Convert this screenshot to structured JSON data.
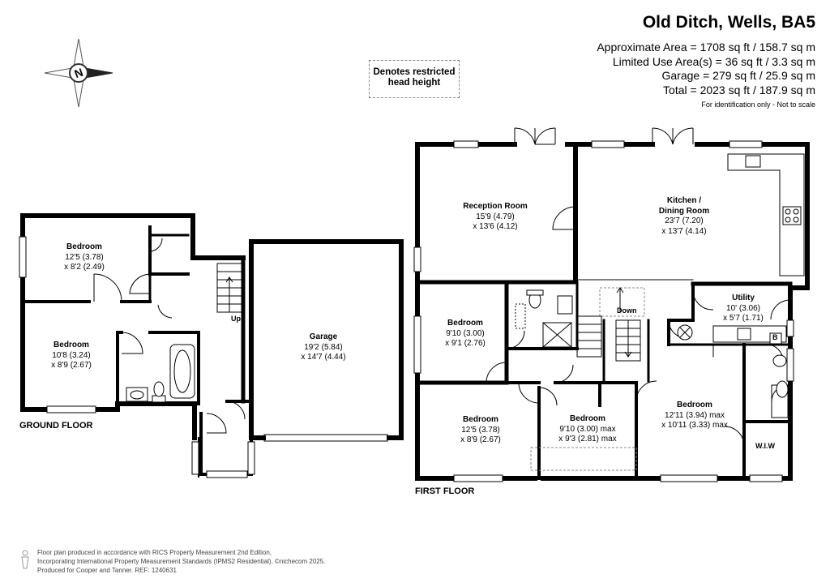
{
  "header": {
    "title": "Old Ditch, Wells, BA5",
    "areas": [
      "Approximate Area = 1708 sq ft / 158.7 sq m",
      "Limited Use Area(s) = 36 sq ft / 3.3 sq m",
      "Garage = 279 sq ft / 25.9 sq m",
      "Total = 2023 sq ft / 187.9 sq m"
    ],
    "disclaimer": "For identification only - Not to scale"
  },
  "compass": {
    "letter": "N"
  },
  "restricted_key": {
    "line1": "Denotes restricted",
    "line2": "head height"
  },
  "floors": {
    "ground": "GROUND FLOOR",
    "first": "FIRST FLOOR"
  },
  "rooms": {
    "gf_bed1": {
      "name": "Bedroom",
      "dim1": "12'5 (3.78)",
      "dim2": "x 8'2 (2.49)"
    },
    "gf_bed2": {
      "name": "Bedroom",
      "dim1": "10'8 (3.24)",
      "dim2": "x 8'9 (2.67)"
    },
    "garage": {
      "name": "Garage",
      "dim1": "19'2 (5.84)",
      "dim2": "x 14'7 (4.44)"
    },
    "reception": {
      "name": "Reception Room",
      "dim1": "15'9 (4.79)",
      "dim2": "x 13'6 (4.12)"
    },
    "kitchen": {
      "name": "Kitchen /",
      "name2": "Dining Room",
      "dim1": "23'7 (7.20)",
      "dim2": "x 13'7 (4.14)"
    },
    "utility": {
      "name": "Utility",
      "dim1": "10' (3.06)",
      "dim2": "x 5'7 (1.71)"
    },
    "ff_bed1": {
      "name": "Bedroom",
      "dim1": "9'10 (3.00)",
      "dim2": "x 9'1 (2.76)"
    },
    "ff_bed2": {
      "name": "Bedroom",
      "dim1": "12'5 (3.78)",
      "dim2": "x 8'9 (2.67)"
    },
    "ff_bed3": {
      "name": "Bedroom",
      "dim1": "9'10 (3.00) max",
      "dim2": "x 9'3 (2.81) max"
    },
    "ff_bed4": {
      "name": "Bedroom",
      "dim1": "12'11 (3.94) max",
      "dim2": "x 10'11 (3.33) max"
    }
  },
  "labels": {
    "up": "Up",
    "down": "Down",
    "wiw": "W.I.W",
    "boiler": "B"
  },
  "footer": {
    "line1": "Floor plan produced in accordance with RICS Property Measurement 2nd Edition,",
    "line2": "Incorporating International Property Measurement Standards (IPMS2 Residential). ©nichecom 2025.",
    "line3": "Produced for Cooper and Tanner.   REF: 1240631"
  }
}
